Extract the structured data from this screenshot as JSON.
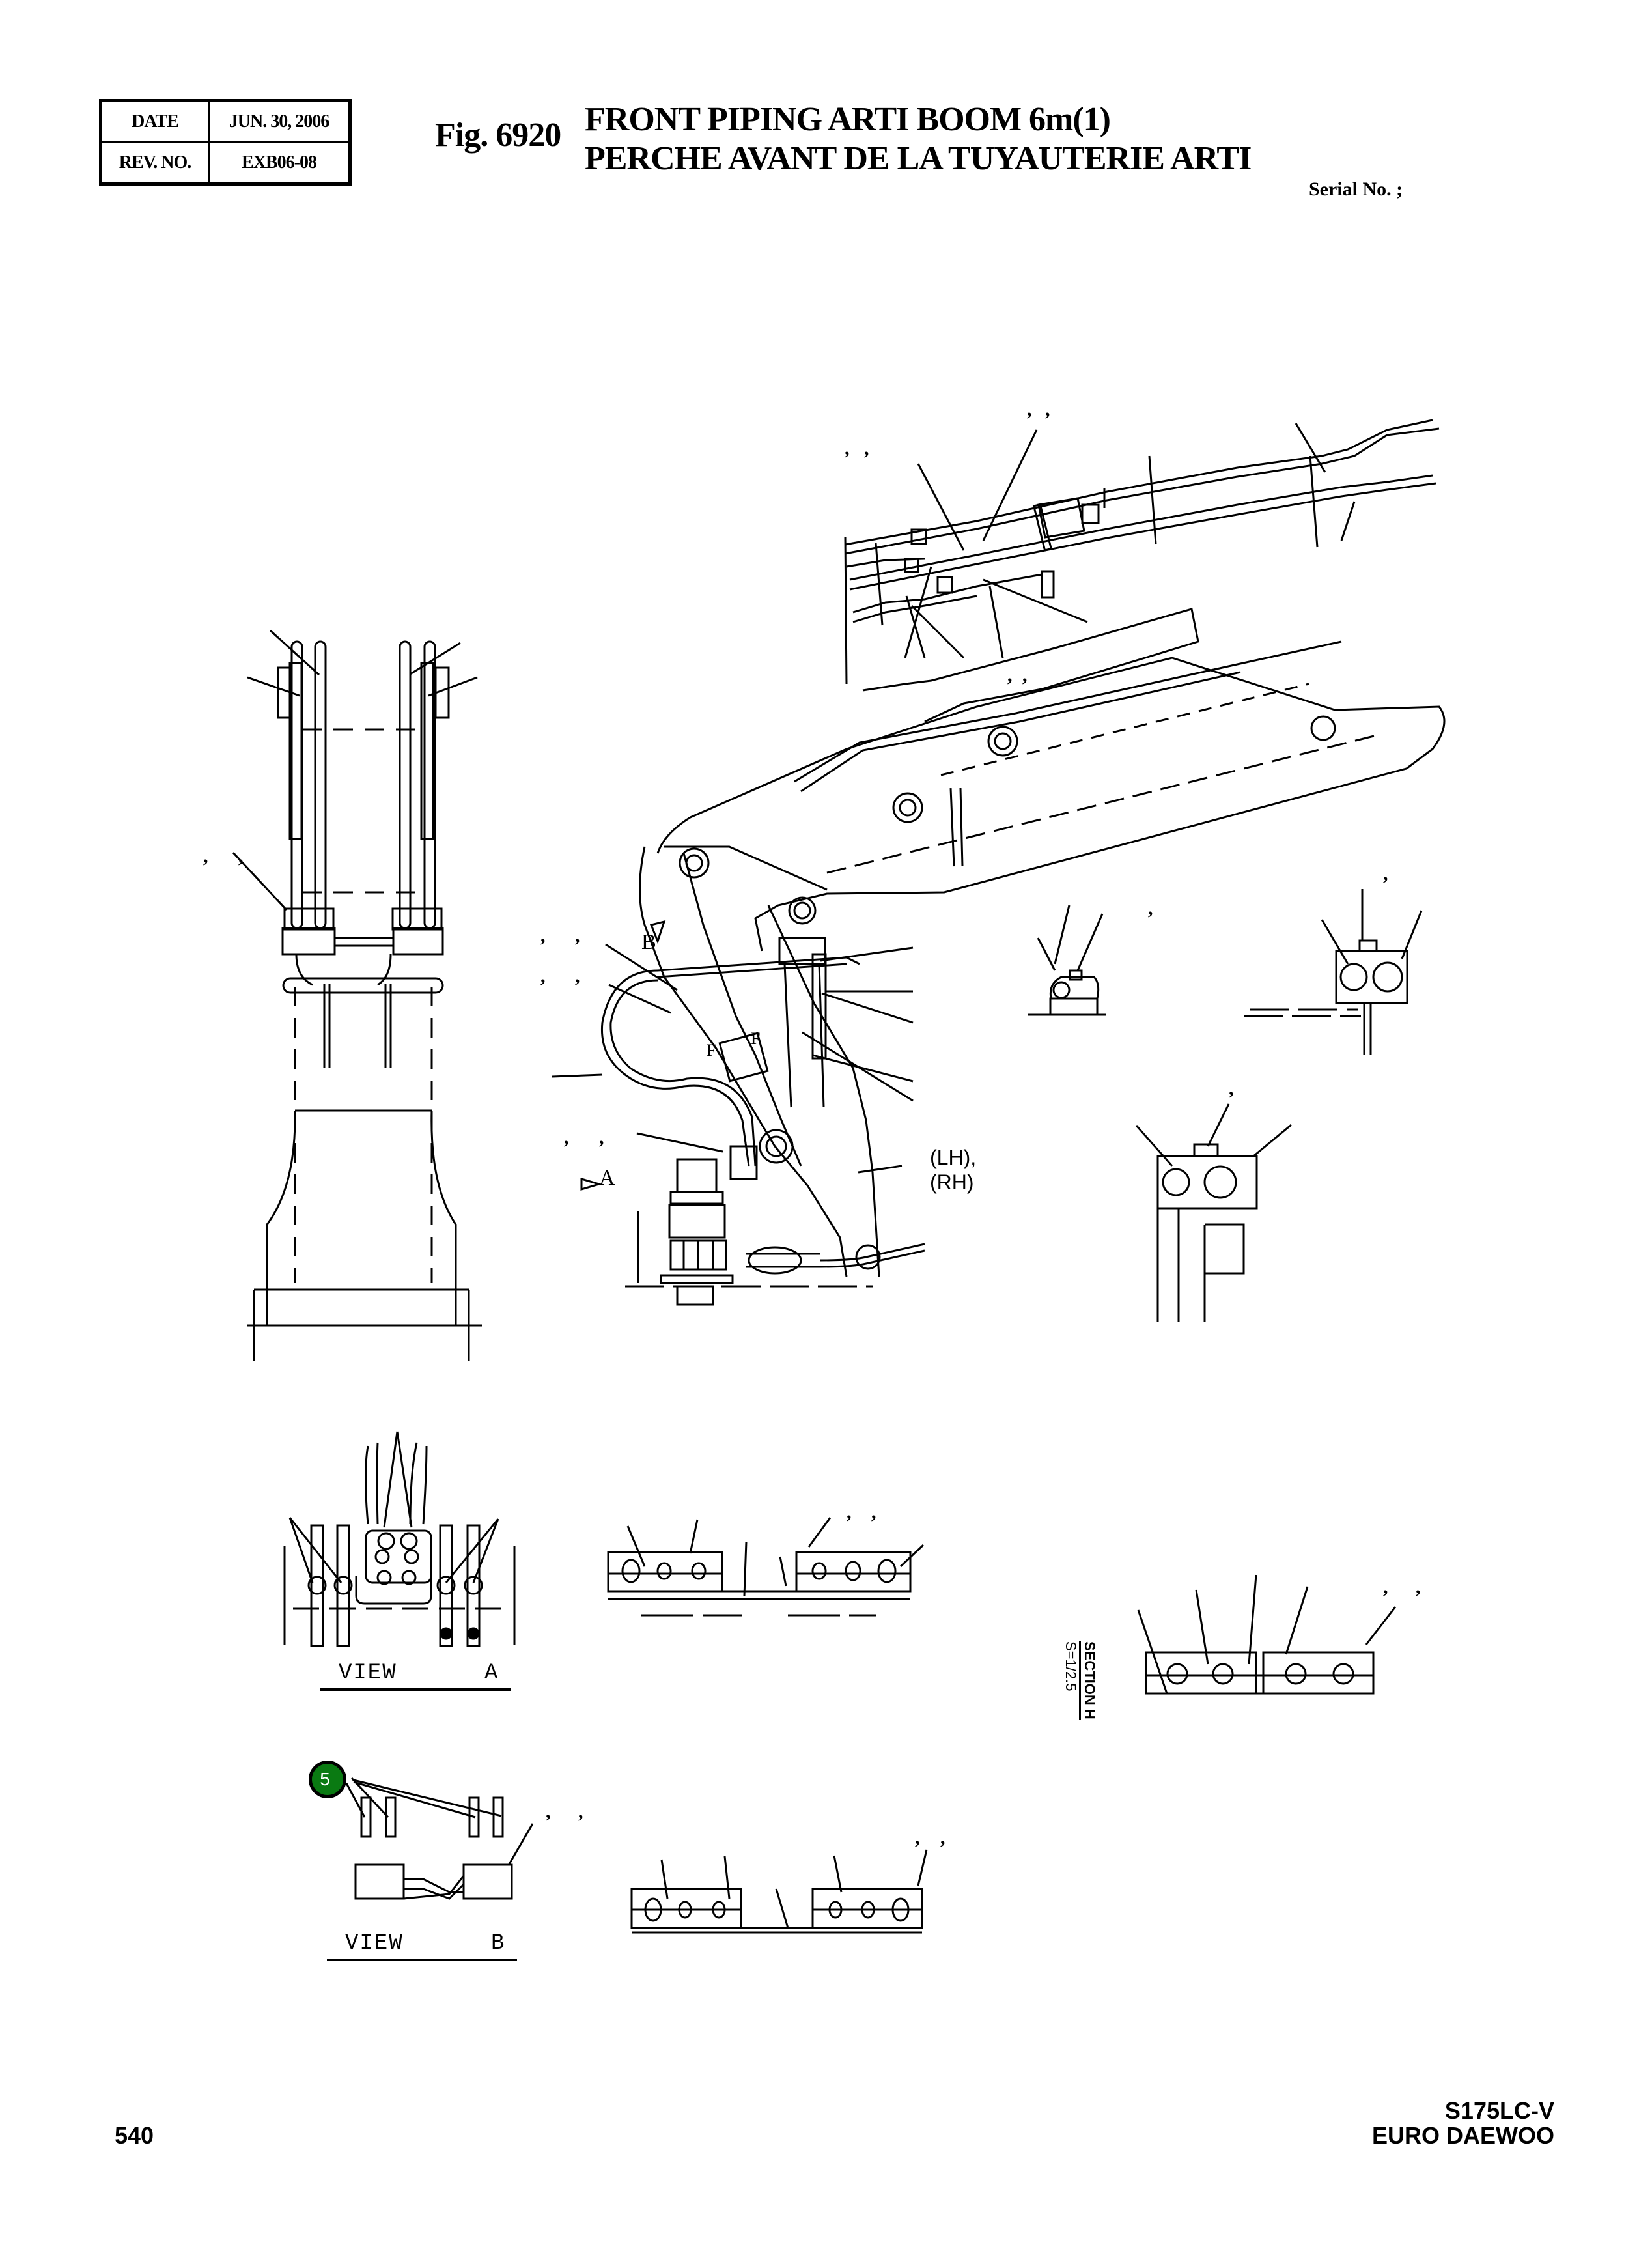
{
  "revision_block": {
    "date_label": "DATE",
    "date_value": "JUN. 30, 2006",
    "rev_label": "REV. NO.",
    "rev_value": "EXB06-08"
  },
  "header": {
    "figure_number": "Fig. 6920",
    "title_en": "FRONT PIPING ARTI BOOM 6m(1)",
    "title_fr": "PERCHE AVANT DE LA TUYAUTERIE ARTI",
    "serial_label": "Serial No. ;"
  },
  "drawing": {
    "side_labels": [
      "(LH),",
      "(RH)"
    ],
    "arrow_labels": {
      "view_a_arrow": "A",
      "view_b_arrow": "B",
      "section_f_left": "F",
      "section_f_right": "F"
    },
    "views": {
      "view_a": {
        "word": "VIEW",
        "letter": "A"
      },
      "view_b": {
        "word": "VIEW",
        "letter": "B"
      }
    },
    "section_h": {
      "label": "SECTION  H",
      "scale": "S=1/2.5"
    },
    "callouts": [
      {
        "number": "5",
        "color": "#0a7a12"
      }
    ]
  },
  "footer": {
    "page_number": "540",
    "model": "S175LC-V",
    "brand": "EURO DAEWOO"
  }
}
